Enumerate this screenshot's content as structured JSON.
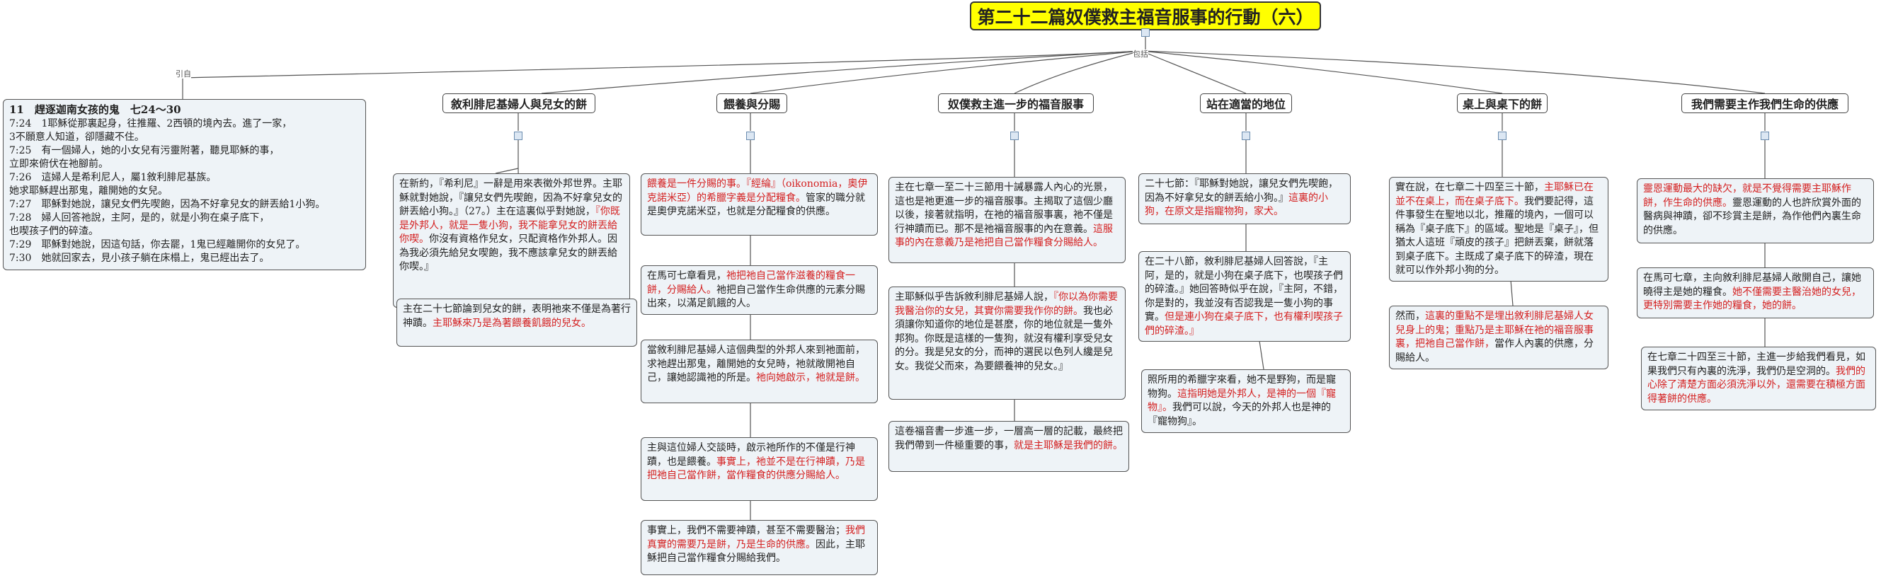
{
  "title": "第二十二篇奴僕救主福音服事的行動（六）",
  "connectors": {
    "left": "引自",
    "right": "包括"
  },
  "scripture": {
    "heading": "11　趕逐迦南女孩的鬼　七24～30",
    "verses": [
      "7:24　1耶穌從那裏起身，往推羅、2西頓的境內去。進了一家，",
      "3不願意人知道，卻隱藏不住。",
      "7:25　有一個婦人，她的小女兒有污靈附著，聽見耶穌的事，",
      "立即來俯伏在祂腳前。",
      "7:26　這婦人是希利尼人，屬1敘利腓尼基族。",
      "她求耶穌趕出那鬼，離開她的女兒。",
      "7:27　耶穌對她說，讓兒女們先喫飽，因為不好拿兒女的餅丟給1小狗。",
      "7:28　婦人回答祂說，主阿，是的，就是小狗在桌子底下，",
      "也喫孩子們的碎渣。",
      "7:29　耶穌對她說，因這句話，你去罷，1鬼已經離開你的女兒了。",
      "7:30　她就回家去，見小孩子躺在床榻上，鬼已經出去了。"
    ]
  },
  "topics": [
    "敘利腓尼基婦人與兒女的餅",
    "餵養與分賜",
    "奴僕救主進一步的福音服事",
    "站在適當的地位",
    "桌上與桌下的餅",
    "我們需要主作我們生命的供應"
  ],
  "notes": {
    "c1n1": [
      {
        "t": "在新約，『希利尼』一辭是用來表徵外邦世界。主耶穌就對她說，『讓兒女們先喫飽，因為不好拿兒女的餅丟給小狗。』（27。）主在這裏似乎對她說，"
      },
      {
        "t": "『你既是外邦人，就是一隻小狗，我不能拿兒女的餅丟給你喫。','",
        "r": true
      }
    ],
    "c1n1b": "你沒有資格作兒女，只配資格作外邦人。因為我必須先給兒女喫飽，我不應該拿兒女的餅丟給你喫。』",
    "c1n2a": "主在二十七節論到兒女的餅，表明祂來不僅是為著行神蹟。",
    "c1n2b": "主耶穌來乃是為著餵養飢餓的兒女。",
    "c2n1a": "餵養是一件分賜的事。『經綸』（oikonomia，奧伊克諾米亞）的希臘字義是分配糧食。",
    "c2n1b": "管家的職分就是奧伊克諾米亞，也就是分配糧食的供應。",
    "c2n2a": "在馬可七章看見，",
    "c2n2b": "祂把祂自己當作滋養的糧食一餅，分賜給人。",
    "c2n2c": "祂把自己當作生命供應的元素分賜出來，以滿足飢餓的人。",
    "c2n3a": "當敘利腓尼基婦人這個典型的外邦人來到祂面前，求祂趕出那鬼，離開她的女兒時，祂就敞開祂自己，讓她認識祂的所是。",
    "c2n3b": "祂向她啟示，祂就是餅。",
    "c2n4a": "主與這位婦人交談時，啟示祂所作的不僅是行神蹟，也是餵養。",
    "c2n4b": "事實上，祂並不是在行神蹟，乃是把祂自己當作餅，當作糧食的供應分賜給人。",
    "c2n5a": "事實上，我們不需要神蹟，甚至不需要醫治；",
    "c2n5b": "我們真實的需要乃是餅，乃是生命的供應。",
    "c2n5c": "因此，主耶穌把自己當作糧食分賜給我們。",
    "c3n1a": "主在七章一至二十三節用十誡暴露人內心的光景，這也是祂更進一步的福音服事。主揭取了這個少廳以後，接著就指明，在祂的福音服事裏，祂不僅是行神蹟而已。那不是祂福音服事的內在意義。",
    "c3n1b": "這服事的內在意義乃是祂把自己當作糧食分賜給人。",
    "c3n2a": "主耶穌似乎告訴敘利腓尼基婦人說，",
    "c3n2b": "『你以為你需要我醫治你的女兒，其實你需要我作你的餅。",
    "c3n2c": "我也必須讓你知道你的地位是甚麼，你的地位就是一隻外邦狗。你既是這樣的一隻狗，就沒有權利享受兒女的分。我是兒女的分，而神的選民以色列人纔是兒女。我從父而來，為要餵養神的兒女。』",
    "c3n3a": "這卷福音書一步進一步，一層高一層的記載，最終把我們帶到一件極重要的事，",
    "c3n3b": "就是主耶穌是我們的餅。",
    "c4n1a": "二十七節：『耶穌對她說，讓兒女們先喫飽，因為不好拿兒女的餅丟給小狗。』",
    "c4n1b": "這裏的小狗，在原文是指寵物狗，家犬。",
    "c4n2a": "在二十八節，敘利腓尼基婦人回答說，『主阿，是的，就是小狗在桌子底下，也喫孩子們的碎渣。』她回答時似乎在說，『主阿，不錯，你是對的，我並沒有否認我是一隻小狗的事實。",
    "c4n2b": "但是連小狗在桌子底下，也有權利喫孩子們的碎渣。』",
    "c4n3a": "照所用的希臘字來看，她不是野狗，而是寵物狗。",
    "c4n3b": "這指明她是外邦人，是神的一個『寵物』。",
    "c4n3c": "我們可以說，今天的外邦人也是神的『寵物狗』。",
    "c5n1a": "實在說，在七章二十四至三十節，",
    "c5n1b": "主耶穌已在並不在桌上，而在桌子底下。",
    "c5n1c": "我們要記得，這件事發生在聖地以北，推羅的境內，一個可以稱為『桌子底下』的區域。聖地是『桌子』，但猶太人這班『頑皮的孩子』把餅丟棄，餅就落到桌子底下。主既成了桌子底下的碎渣，現在就可以作外邦小狗的分。",
    "c5n2a": "然而，",
    "c5n2b": "這裏的重點不是埋出敘利腓尼基婦人女兒身上的鬼；重點乃是主耶穌在祂的福音服事裏，把祂自己當作餅，",
    "c5n2c": "當作人內裏的供應，分賜給人。",
    "c6n1a": "靈恩運動最大的缺欠，就是不覺得需要主耶穌作餅，作生命的供應。",
    "c6n1b": "靈恩運動的人也許欣賞外面的醫病與神蹟，卻不珍賞主是餅，為作他們內裏生命的供應。",
    "c6n2a": "在馬可七章，主向敘利腓尼基婦人敞開自己，讓她曉得主是她的糧食。",
    "c6n2b": "她不僅需要主醫治她的女兒，更特別需要主作她的糧食，她的餅。",
    "c6n3a": "在七章二十四至三十節，主進一步給我們看見，如果我們只有內裏的洗淨，我們仍是空洞的。",
    "c6n3b": "我們的心除了清楚方面必須洗淨以外，還需要在積極方面得著餅的供應。"
  },
  "colors": {
    "root_fill": "#ffff00",
    "note_fill": "#eef3f7",
    "emphasis": "#d42020",
    "line": "#555555"
  }
}
